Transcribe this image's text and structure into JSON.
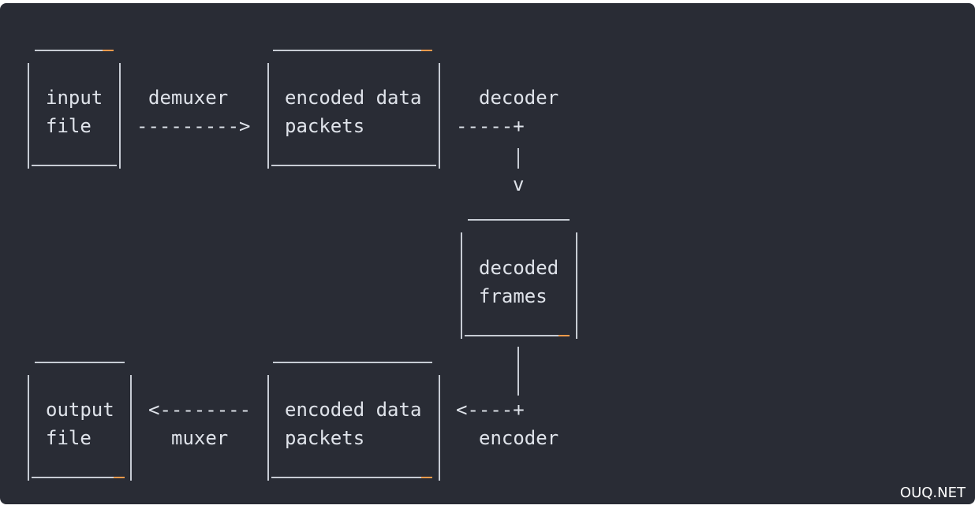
{
  "diagram": {
    "nodes": [
      {
        "id": "input-file",
        "line1": "input",
        "line2": "file"
      },
      {
        "id": "encoded-packets-top",
        "line1": "encoded data",
        "line2": "packets"
      },
      {
        "id": "decoded-frames",
        "line1": "decoded",
        "line2": "frames"
      },
      {
        "id": "encoded-packets-bottom",
        "line1": "encoded data",
        "line2": "packets"
      },
      {
        "id": "output-file",
        "line1": "output",
        "line2": "file"
      }
    ],
    "edges": {
      "demuxer": "demuxer",
      "decoder": "decoder",
      "encoder": "encoder",
      "muxer": "muxer",
      "demuxer_arrow": "--------->",
      "decoder_arrow": "-----+",
      "down_arrow": "v",
      "encoder_arrow": "<----+",
      "muxer_arrow": "<--------"
    }
  },
  "watermark": {
    "text": "OUQ.NET"
  },
  "colors": {
    "background": "#292c35",
    "text": "#dfe3ea",
    "accent": "#f49a4b"
  }
}
